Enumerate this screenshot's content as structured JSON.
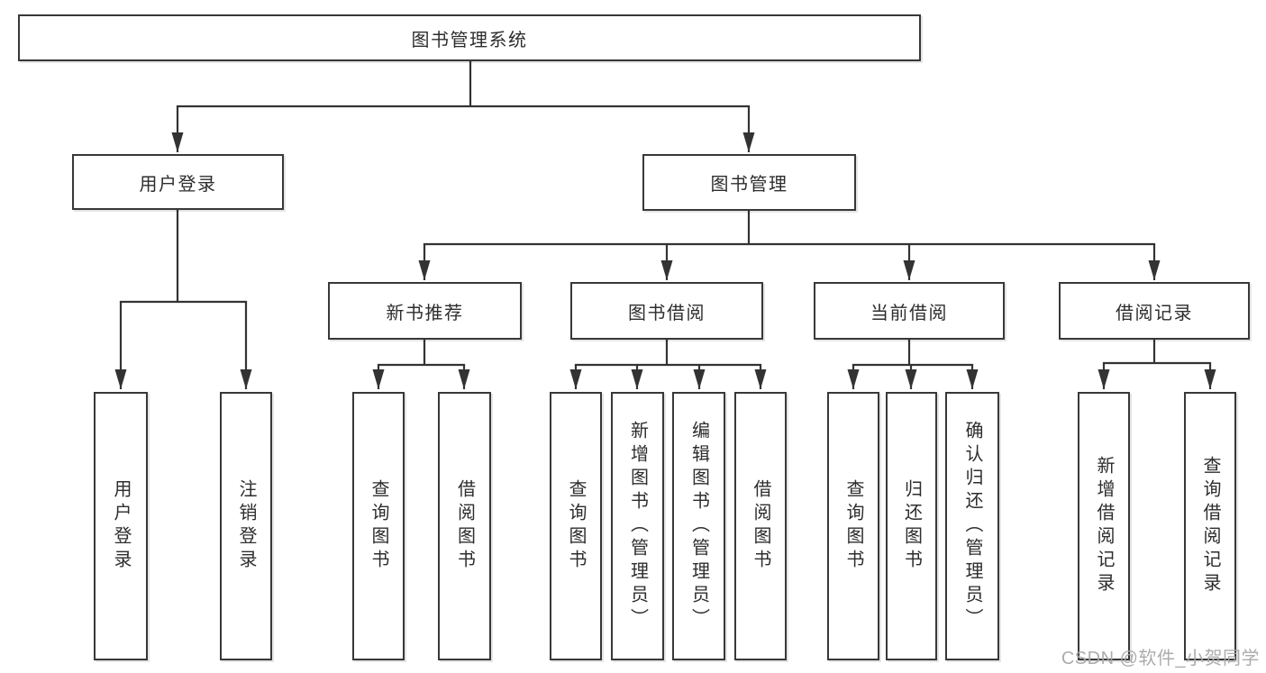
{
  "tree": {
    "root": {
      "label": "图书管理系统"
    },
    "branches": [
      {
        "label": "用户登录",
        "children": [
          {
            "label": "用户登录"
          },
          {
            "label": "注销登录"
          }
        ]
      },
      {
        "label": "图书管理",
        "children": [
          {
            "label": "新书推荐",
            "children": [
              {
                "label": "查询图书"
              },
              {
                "label": "借阅图书"
              }
            ]
          },
          {
            "label": "图书借阅",
            "children": [
              {
                "label": "查询图书"
              },
              {
                "label": "新增图书（管理员）"
              },
              {
                "label": "编辑图书（管理员）"
              },
              {
                "label": "借阅图书"
              }
            ]
          },
          {
            "label": "当前借阅",
            "children": [
              {
                "label": "查询图书"
              },
              {
                "label": "归还图书"
              },
              {
                "label": "确认归还（管理员）"
              }
            ]
          },
          {
            "label": "借阅记录",
            "children": [
              {
                "label": "新增借阅记录"
              },
              {
                "label": "查询借阅记录"
              }
            ]
          }
        ]
      }
    ]
  },
  "watermark": "CSDN @软件_小贺同学",
  "colors": {
    "line": "#333333",
    "box_border": "#383838",
    "text": "#2d2d2d",
    "background": "#ffffff",
    "watermark": "#a8a8a8"
  }
}
